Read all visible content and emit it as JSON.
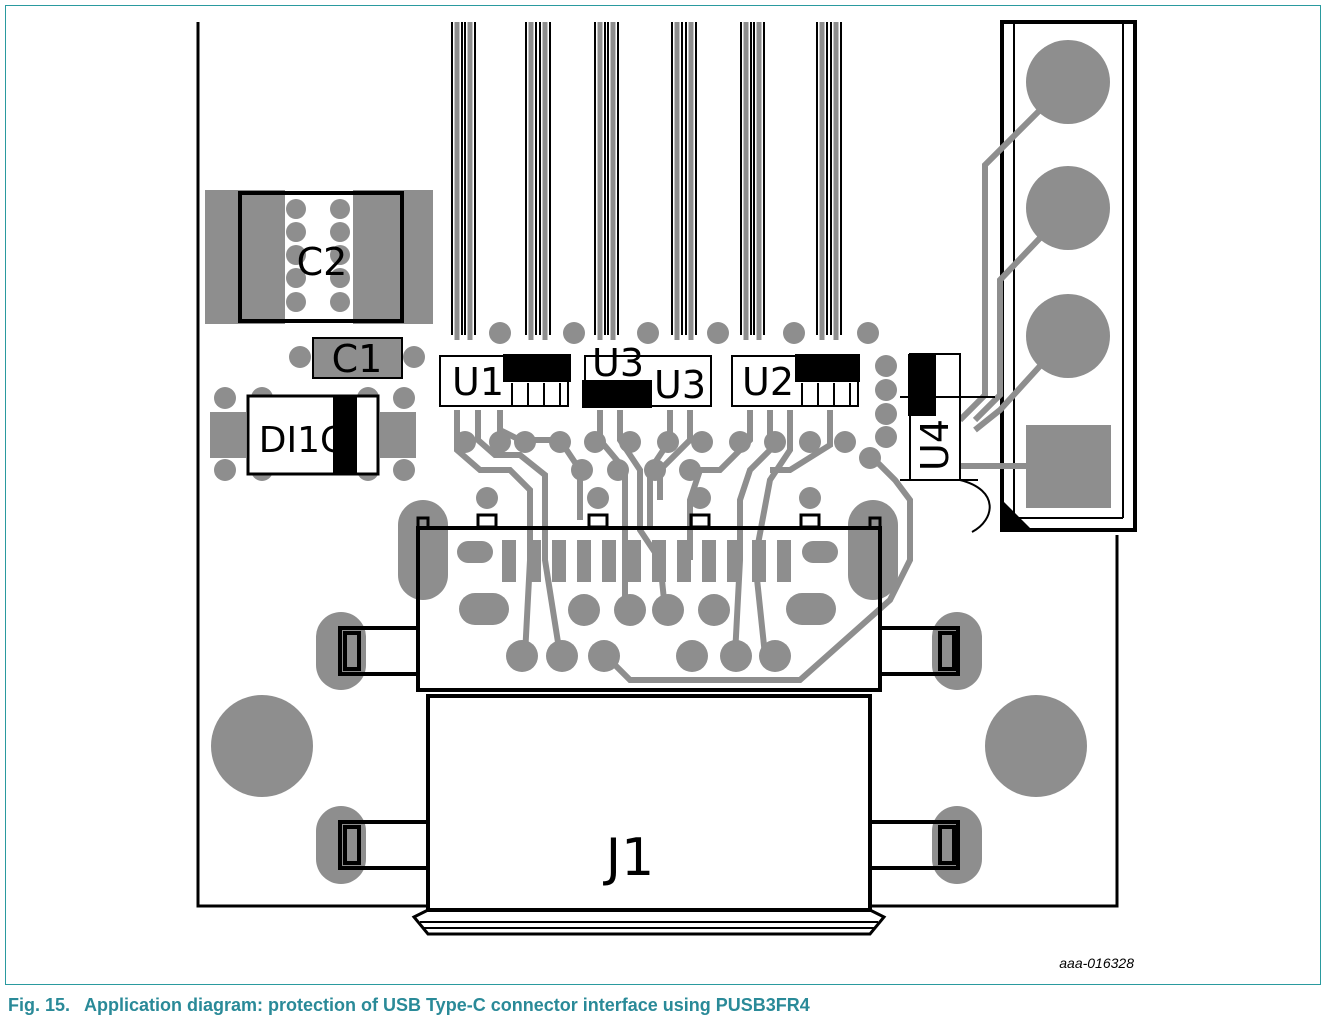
{
  "figure": {
    "number": "Fig. 15.",
    "caption": "Application diagram: protection of USB Type-C connector interface using PUSB3FR4",
    "doc_id": "aaa-016328"
  },
  "designators": {
    "c2": "C2",
    "c1": "C1",
    "d1": "DI1C",
    "u1": "U1",
    "u3_a": "U3",
    "u3_b": "U3",
    "u2": "U2",
    "u4": "U4",
    "j1": "J1"
  },
  "colors": {
    "copper": "#8e8e8e",
    "outline": "#000000",
    "caption": "#2a8a98",
    "frame": "#2a9a9f"
  }
}
